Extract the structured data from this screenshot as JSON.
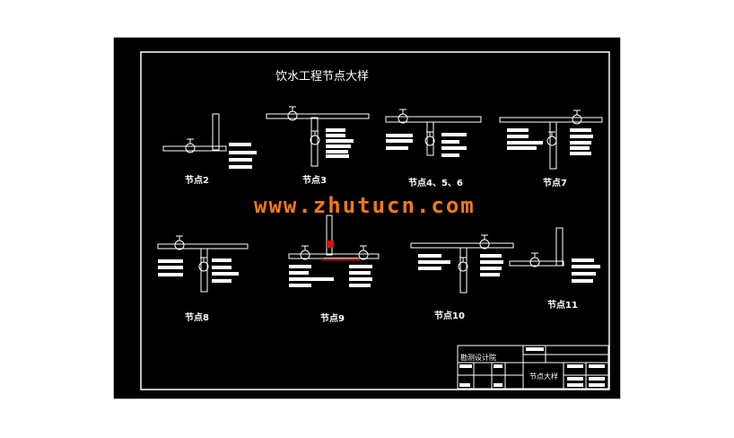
{
  "drawing": {
    "title": "饮水工程节点大样",
    "watermark": "www.zhutucn.com",
    "nodes": [
      {
        "label": "节点2"
      },
      {
        "label": "节点3"
      },
      {
        "label": "节点4、5、6"
      },
      {
        "label": "节点7"
      },
      {
        "label": "节点8"
      },
      {
        "label": "节点9"
      },
      {
        "label": "节点10"
      },
      {
        "label": "节点11"
      }
    ],
    "title_block": {
      "company": "勘测设计院",
      "drawing_name": "节点大样"
    }
  },
  "colors": {
    "background": "#000000",
    "lines": "#ffffff",
    "watermark": "#f07a14",
    "highlight": "#e01010"
  }
}
